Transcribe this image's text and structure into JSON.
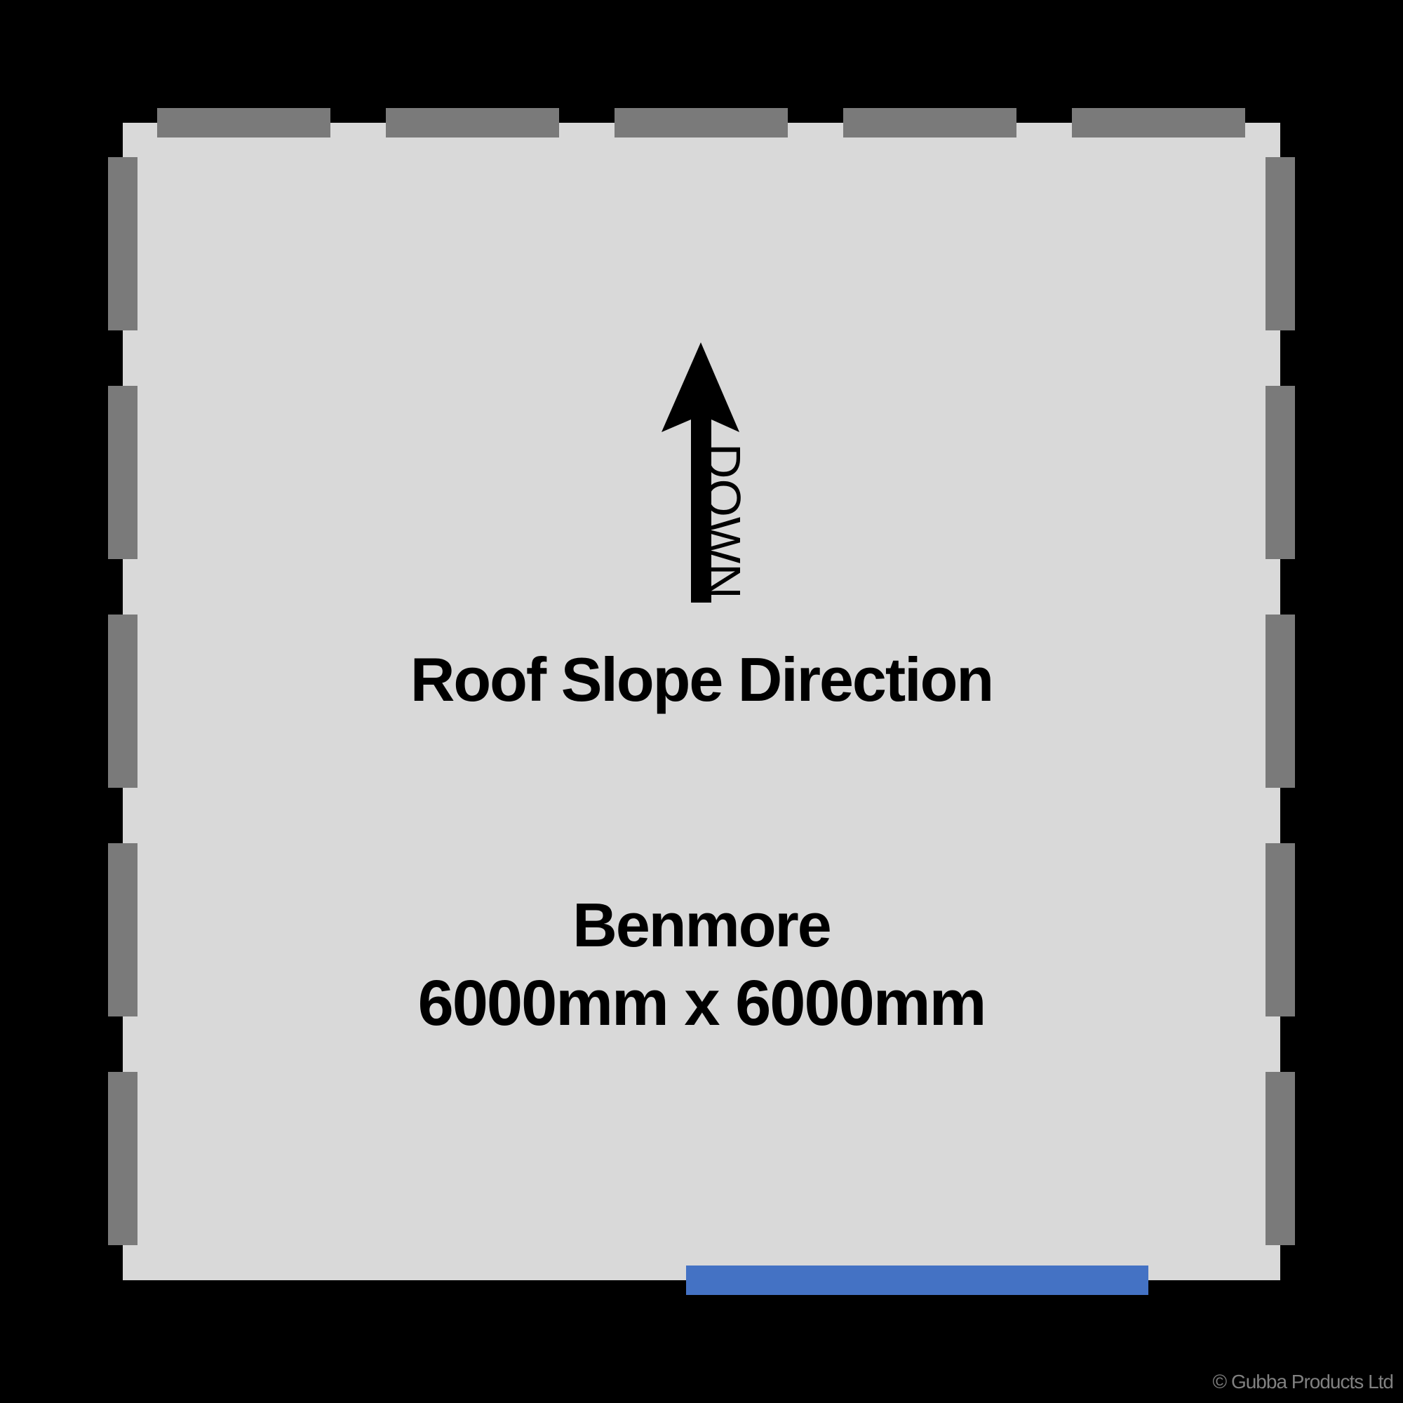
{
  "diagram": {
    "direction_word": "DOWN",
    "title": "Roof Slope Direction",
    "model_name": "Benmore",
    "dimensions": "6000mm x 6000mm",
    "copyright": "© Gubba Products Ltd",
    "colors": {
      "background": "#000000",
      "floor": "#d9d9d9",
      "wall_dash": "#7a7a7a",
      "door": "#4472c4",
      "text": "#000000",
      "copyright_text": "#808080"
    }
  }
}
